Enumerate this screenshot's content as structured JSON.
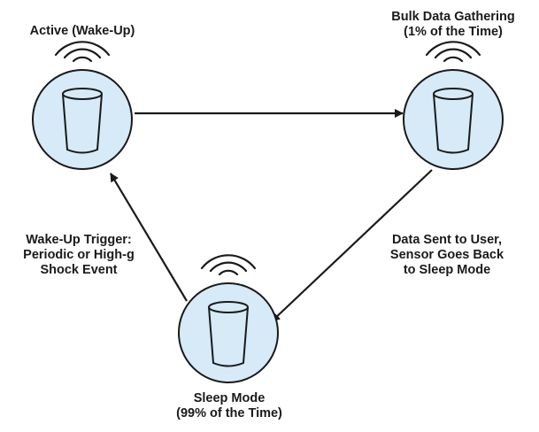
{
  "diagram": {
    "colors": {
      "node_fill": "#d6eaf8",
      "outline": "#1a1a1a",
      "background": "#ffffff"
    },
    "nodes": [
      {
        "id": "active",
        "icon": "sensor-icon",
        "label_lines": [
          "Active (Wake-Up)"
        ]
      },
      {
        "id": "bulk",
        "icon": "sensor-icon",
        "label_lines": [
          "Bulk Data Gathering",
          "(1% of the Time)"
        ]
      },
      {
        "id": "sleep",
        "icon": "sensor-icon",
        "label_lines": [
          "Sleep Mode",
          "(99% of the Time)"
        ]
      }
    ],
    "edges": [
      {
        "from": "active",
        "to": "bulk",
        "label_lines": []
      },
      {
        "from": "bulk",
        "to": "sleep",
        "label_lines": [
          "Data Sent to User,",
          "Sensor Goes Back",
          "to Sleep Mode"
        ]
      },
      {
        "from": "sleep",
        "to": "active",
        "label_lines": [
          "Wake-Up Trigger:",
          "Periodic or High-g",
          "Shock Event"
        ]
      }
    ]
  }
}
